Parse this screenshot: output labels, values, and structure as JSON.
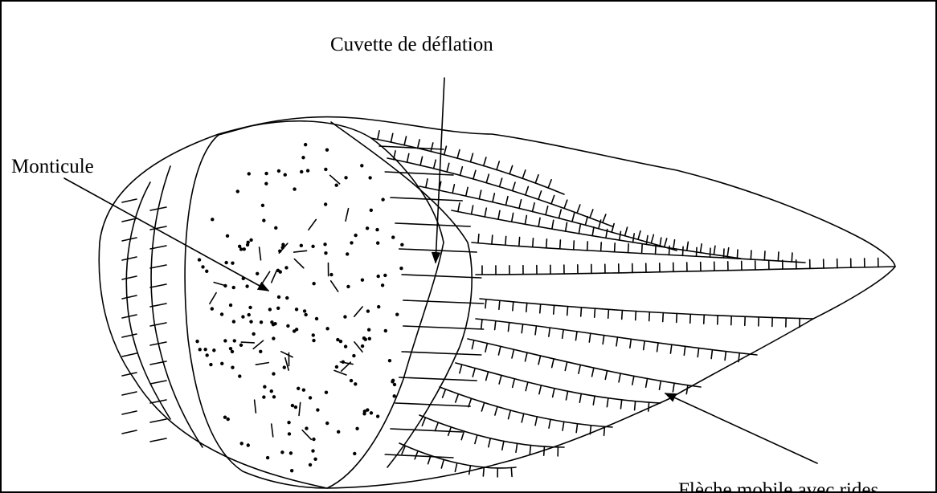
{
  "labels": {
    "cuvette": "Cuvette de déflation",
    "monticule": "Monticule",
    "fleche": "Flèche mobile avec rides"
  },
  "colors": {
    "stroke": "#000000",
    "background": "#ffffff"
  }
}
